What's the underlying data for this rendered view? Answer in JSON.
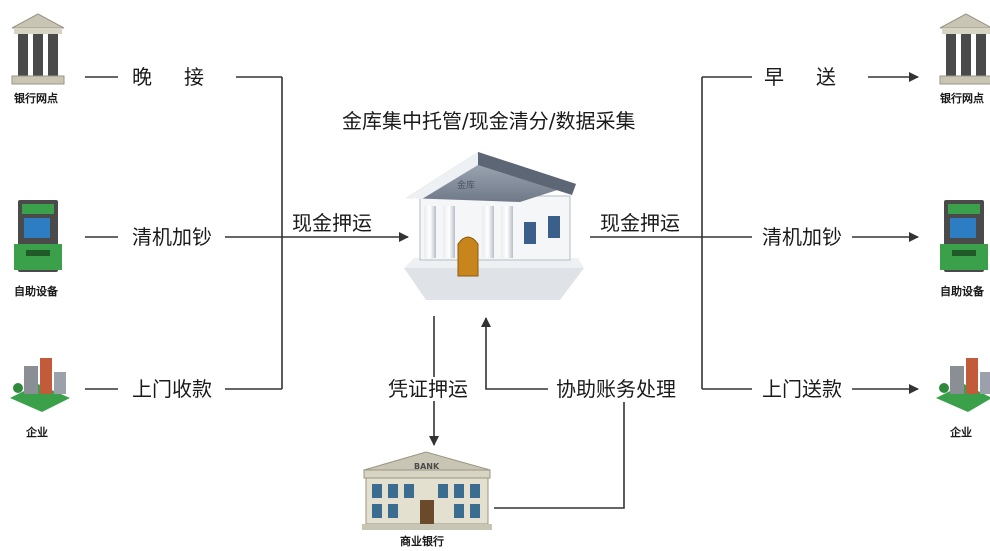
{
  "center": {
    "title": "金库集中托管/现金清分/数据采集",
    "vault_sign": "金库"
  },
  "left_nodes": [
    {
      "caption": "银行网点",
      "icon": "bank-branch-icon",
      "service": "晚接"
    },
    {
      "caption": "自助设备",
      "icon": "atm-icon",
      "service": "清机加钞"
    },
    {
      "caption": "企业",
      "icon": "enterprise-campus-icon",
      "service": "上门收款"
    }
  ],
  "right_nodes": [
    {
      "caption": "银行网点",
      "icon": "bank-branch-icon",
      "service": "早送"
    },
    {
      "caption": "自助设备",
      "icon": "atm-icon",
      "service": "清机加钞"
    },
    {
      "caption": "企业",
      "icon": "enterprise-campus-icon",
      "service": "上门送款"
    }
  ],
  "flows": {
    "left_transport": "现金押运",
    "right_transport": "现金押运",
    "voucher_transport": "凭证押运",
    "accounting_support": "协助账务处理"
  },
  "bottom_node": {
    "caption": "商业银行",
    "sign": "BANK",
    "icon": "commercial-bank-icon"
  },
  "colors": {
    "line": "#333333",
    "text": "#1a1a1a",
    "bank_stone": "#c9c5b4",
    "atm_body": "#4a4a4a",
    "atm_green": "#3aa04a",
    "vault_roof": "#8d97a6",
    "vault_door": "#c8851c"
  }
}
